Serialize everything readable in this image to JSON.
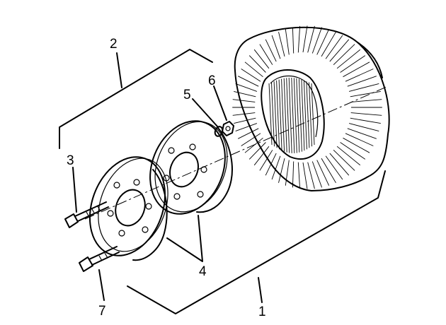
{
  "parts": [
    {
      "id": "tire-assembly",
      "label": "1"
    },
    {
      "id": "wheel-assembly",
      "label": "2"
    },
    {
      "id": "bolt-upper",
      "label": "3"
    },
    {
      "id": "wheel-halves",
      "label": "4"
    },
    {
      "id": "lock-washer",
      "label": "5"
    },
    {
      "id": "nut",
      "label": "6"
    },
    {
      "id": "bolt-lower",
      "label": "7"
    }
  ],
  "colors": {
    "ink": "#000000",
    "paper": "#ffffff"
  }
}
